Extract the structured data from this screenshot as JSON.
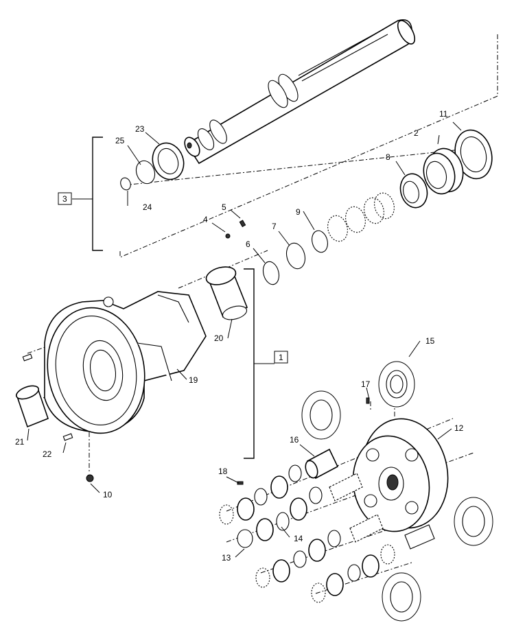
{
  "callouts": [
    {
      "id": "c1",
      "text": "1"
    },
    {
      "id": "c2",
      "text": "2"
    },
    {
      "id": "c3",
      "text": "3"
    },
    {
      "id": "c4",
      "text": "4"
    },
    {
      "id": "c5",
      "text": "5"
    },
    {
      "id": "c6",
      "text": "6"
    },
    {
      "id": "c7",
      "text": "7"
    },
    {
      "id": "c8",
      "text": "8"
    },
    {
      "id": "c9",
      "text": "9"
    },
    {
      "id": "c10",
      "text": "10"
    },
    {
      "id": "c11",
      "text": "11"
    },
    {
      "id": "c12",
      "text": "12"
    },
    {
      "id": "c13",
      "text": "13"
    },
    {
      "id": "c14",
      "text": "14"
    },
    {
      "id": "c15",
      "text": "15"
    },
    {
      "id": "c16",
      "text": "16"
    },
    {
      "id": "c17",
      "text": "17"
    },
    {
      "id": "c18",
      "text": "18"
    },
    {
      "id": "c19",
      "text": "19"
    },
    {
      "id": "c20",
      "text": "20"
    },
    {
      "id": "c21",
      "text": "21"
    },
    {
      "id": "c22",
      "text": "22"
    },
    {
      "id": "c23",
      "text": "23"
    },
    {
      "id": "c24",
      "text": "24"
    },
    {
      "id": "c25",
      "text": "25"
    }
  ],
  "assembly_boxes": {
    "box1": "1",
    "box3": "3"
  }
}
